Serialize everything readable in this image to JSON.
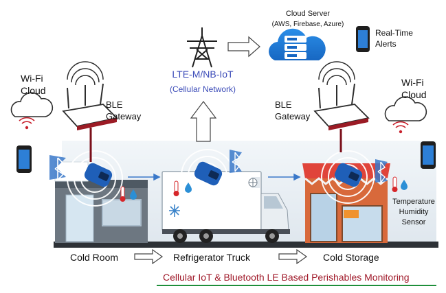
{
  "cloud_server": {
    "title": "Cloud Server",
    "providers": "(AWS, Firebase, Azure)"
  },
  "alerts": {
    "line1": "Real-Time",
    "line2": "Alerts"
  },
  "cellular": {
    "name": "LTE-M/NB-IoT",
    "network": "(Cellular Network)"
  },
  "left_cloud": {
    "line1": "Wi-Fi",
    "line2": "Cloud"
  },
  "right_cloud": {
    "line1": "Wi-Fi",
    "line2": "Cloud"
  },
  "left_gateway": {
    "line1": "BLE",
    "line2": "Gateway"
  },
  "right_gateway": {
    "line1": "BLE",
    "line2": "Gateway"
  },
  "sensor": {
    "line1": "Temperature",
    "line2": "Humidity",
    "line3": "Sensor"
  },
  "stages": {
    "cold_room": "Cold Room",
    "truck": "Refrigerator Truck",
    "storage": "Cold Storage"
  },
  "caption": "Cellular IoT & Bluetooth LE Based Perishables Monitoring",
  "colors": {
    "accent_blue": "#1a6fc4",
    "cellular_text": "#3b4bb8",
    "gateway_red": "#7a0f1a",
    "caption_red": "#a01a2a",
    "caption_underline": "#1e8f3a",
    "thermometer_red": "#d6262a",
    "water_blue": "#2b8fd6"
  }
}
